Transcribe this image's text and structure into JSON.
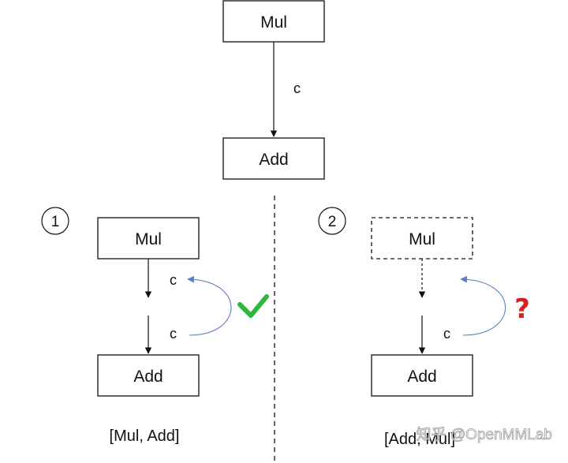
{
  "top": {
    "mul_label": "Mul",
    "add_label": "Add",
    "edge_label": "c"
  },
  "left_panel": {
    "number": "1",
    "mul_label": "Mul",
    "add_label": "Add",
    "edge_label_upper": "c",
    "edge_label_lower": "c",
    "result_icon": "check-mark-icon",
    "caption": "[Mul, Add]"
  },
  "right_panel": {
    "number": "2",
    "mul_label": "Mul",
    "add_label": "Add",
    "edge_label_lower": "c",
    "result_icon": "question-mark-icon",
    "result_symbol": "?",
    "caption": "[Add, Mul]"
  },
  "watermark": "知乎 @OpenMMLab",
  "colors": {
    "line": "#111111",
    "curve": "#5b7fc0",
    "check": "#2db83d",
    "question": "#d42020"
  }
}
